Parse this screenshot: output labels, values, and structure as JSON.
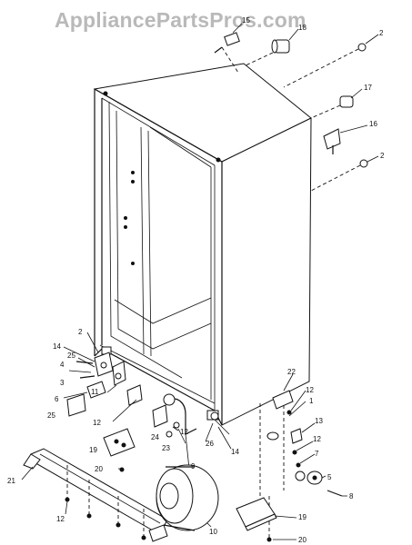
{
  "watermark": "AppliancePartsPros.com",
  "callouts": {
    "c15": "15",
    "c18": "18",
    "c2_top": "2",
    "c17": "17",
    "c16": "16",
    "c2_mid": "2",
    "c2_left": "2",
    "c14_left": "14",
    "c25_a": "25",
    "c4": "4",
    "c3": "3",
    "c6": "6",
    "c25_b": "25",
    "c11": "11",
    "c12_a": "12",
    "c19_left": "19",
    "c20_left": "20",
    "c24": "24",
    "c23": "23",
    "c12_b": "12",
    "c9": "9",
    "c26": "26",
    "c14_right": "14",
    "c22": "22",
    "c12_c": "12",
    "c1": "1",
    "c13": "13",
    "c12_d": "12",
    "c7": "7",
    "c5": "5",
    "c8": "8",
    "c21": "21",
    "c12_left": "12",
    "c10": "10",
    "c19_right": "19",
    "c20_right": "20"
  }
}
